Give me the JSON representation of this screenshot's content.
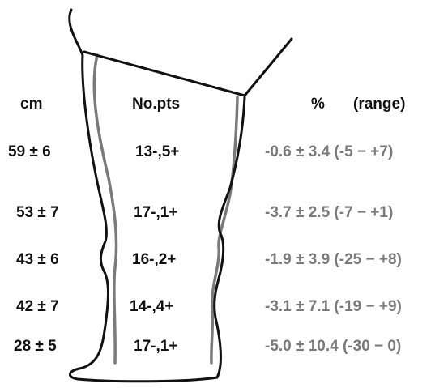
{
  "headers": {
    "cm": "cm",
    "pts": "No.pts",
    "pct": "%",
    "range": "(range)"
  },
  "rows": [
    {
      "cm": "59 ± 6",
      "pts": "13-,5+",
      "pct": "-0.6 ± 3.4 (-5 − +7)"
    },
    {
      "cm": "53 ± 7",
      "pts": "17-,1+",
      "pct": "-3.7 ± 2.5 (-7 − +1)"
    },
    {
      "cm": "43 ± 6",
      "pts": "16-,2+",
      "pct": "-1.9 ± 3.9 (-25 − +8)"
    },
    {
      "cm": "42 ± 7",
      "pts": "14-,4+",
      "pct": "-3.1 ± 7.1 (-19 − +9)"
    },
    {
      "cm": "28 ± 5",
      "pts": "17-,1+",
      "pct": "-5.0 ± 10.4 (-30 − 0)"
    }
  ],
  "colors": {
    "outline": "#111111",
    "inner_outline": "#7a7a7a",
    "percent_text": "#7a7a7a"
  }
}
